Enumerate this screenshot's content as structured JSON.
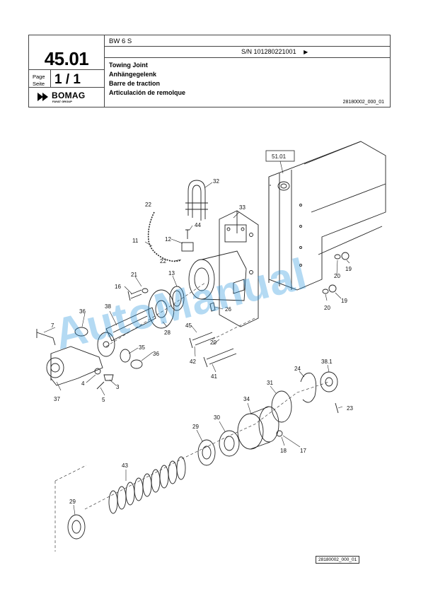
{
  "header": {
    "model": "BW 6 S",
    "serial": "S/N 101280221001",
    "serial_arrow": "▶",
    "page_number": "45.01",
    "page_label_en": "Page",
    "page_label_de": "Seite",
    "page_fraction": "1 / 1",
    "titles": [
      "Towing Joint",
      "Anhängegelenk",
      "Barre de traction",
      "Articulación de remolque"
    ],
    "doc_ref": "28180002_000_01",
    "logo": {
      "brand": "BOMAG",
      "group": "FAYAT GROUP"
    }
  },
  "drawing": {
    "ref_box": "51.01",
    "footer_ref": "28180002_000_01",
    "watermark": "AutoManual",
    "callouts": [
      "32",
      "22",
      "33",
      "44",
      "11",
      "12",
      "22",
      "21",
      "16",
      "13",
      "26",
      "36",
      "38",
      "28",
      "45",
      "7",
      "35",
      "36",
      "20",
      "42",
      "41",
      "4",
      "3",
      "37",
      "5",
      "20",
      "19",
      "20",
      "19",
      "38.1",
      "24",
      "31",
      "23",
      "34",
      "18",
      "17",
      "30",
      "29",
      "43",
      "29"
    ],
    "colors": {
      "line": "#222222",
      "watermark": "#2896dc"
    }
  }
}
